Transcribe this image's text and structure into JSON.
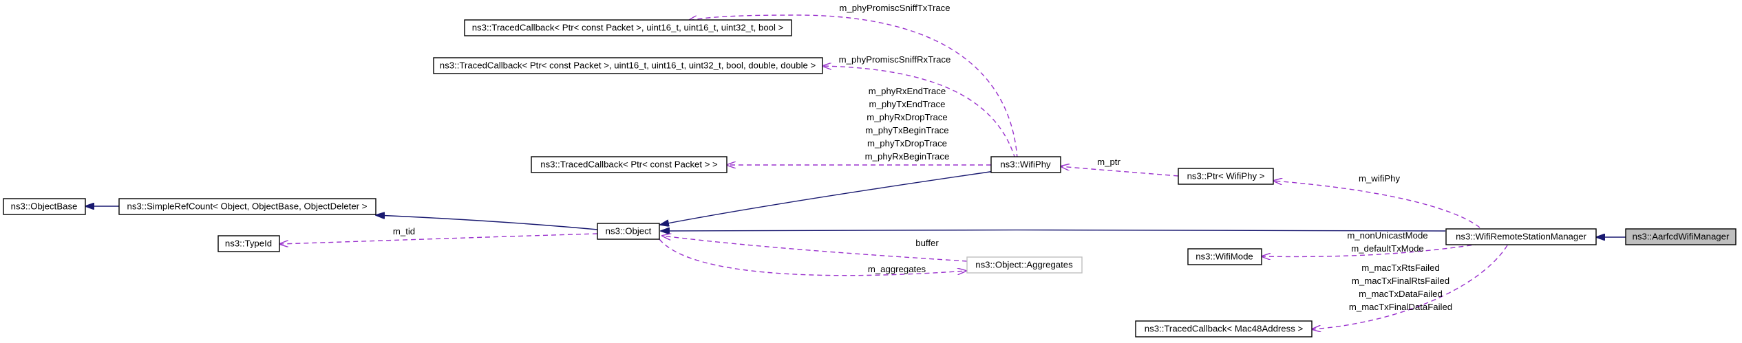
{
  "nodes": {
    "aarf": "ns3::AarfcdWifiManager",
    "wrsm": "ns3::WifiRemoteStationManager",
    "ptrphy": "ns3::Ptr< WifiPhy >",
    "wifiphy": "ns3::WifiPhy",
    "object": "ns3::Object",
    "srefcount": "ns3::SimpleRefCount< Object, ObjectBase, ObjectDeleter >",
    "objectbase": "ns3::ObjectBase",
    "typeid": "ns3::TypeId",
    "aggregates": "ns3::Object::Aggregates",
    "wifimode": "ns3::WifiMode",
    "tcmac": "ns3::TracedCallback< Mac48Address >",
    "tcpkt": "ns3::TracedCallback< Ptr< const Packet > >",
    "tcsniffrx": "ns3::TracedCallback< Ptr< const Packet >, uint16_t, uint16_t, uint32_t, bool, double, double >",
    "tcsnifftx": "ns3::TracedCallback< Ptr< const Packet >, uint16_t, uint16_t, uint32_t, bool >"
  },
  "labels": {
    "snifftx": "m_phyPromiscSniffTxTrace",
    "sniffrx": "m_phyPromiscSniffRxTrace",
    "phytraces": [
      "m_phyRxEndTrace",
      "m_phyTxEndTrace",
      "m_phyRxDropTrace",
      "m_phyTxBeginTrace",
      "m_phyTxDropTrace",
      "m_phyRxBeginTrace"
    ],
    "mptr": "m_ptr",
    "mwifiphy": "m_wifiPhy",
    "mtid": "m_tid",
    "buffer": "buffer",
    "maggregates": "m_aggregates",
    "modes": [
      "m_nonUnicastMode",
      "m_defaultTxMode"
    ],
    "macfail": [
      "m_macTxRtsFailed",
      "m_macTxFinalRtsFailed",
      "m_macTxDataFailed",
      "m_macTxFinalDataFailed"
    ]
  },
  "colors": {
    "inheritance": "#191970",
    "usage": "#9a32cd",
    "highlight": "#bfbfbf",
    "grey_border": "#bfbfbf"
  }
}
